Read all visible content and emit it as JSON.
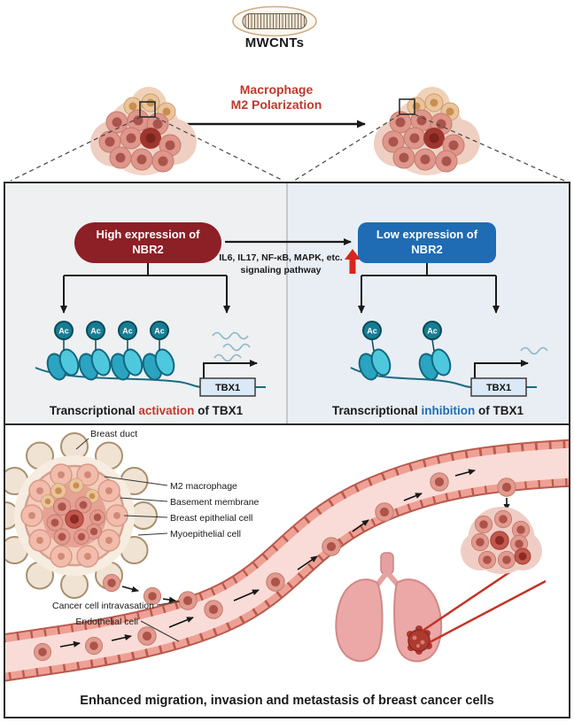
{
  "colors": {
    "accent-red": "#c0392b",
    "accent-blue": "#1f6cb4",
    "dark-red-box": "#8d1f26",
    "blue-box": "#1f6cb4",
    "panel-bg": "#edf0f3",
    "teal": "#2aa4c0",
    "teal-dark": "#11687e",
    "vessel-wall": "#efa095",
    "vessel-lumen": "#f9dcd7"
  },
  "top": {
    "mwcnt_label": "MWCNTs",
    "process_line1": "Macrophage",
    "process_line2": "M2 Polarization"
  },
  "middle": {
    "high_expression": {
      "line1": "High expression of",
      "line2": "NBR2"
    },
    "low_expression": {
      "line1": "Low expression of",
      "line2": "NBR2"
    },
    "pathway_line1": "IL6, IL17, NF-κB, MAPK, etc.",
    "pathway_line2": "signaling pathway",
    "ac": "Ac",
    "gene": "TBX1",
    "left_caption": {
      "pre": "Transcriptional ",
      "word": "activation",
      "post": " of TBX1"
    },
    "right_caption": {
      "pre": "Transcriptional ",
      "word": "inhibition",
      "post": " of TBX1"
    }
  },
  "bottom": {
    "labels": {
      "breast_duct": "Breast duct",
      "m2_macrophage": "M2 macrophage",
      "basement_membrane": "Basement membrane",
      "breast_epithelial_cell": "Breast epithelial cell",
      "myoepithelial_cell": "Myoepithelial cell",
      "cancer_cell_intravasation": "Cancer cell intravasation",
      "endothelial_cell": "Endothelial cell"
    },
    "caption": "Enhanced migration, invasion and metastasis of breast cancer cells"
  }
}
